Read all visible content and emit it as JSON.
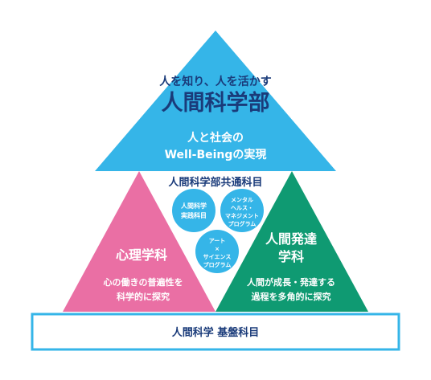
{
  "top": {
    "tagline": "人を知り、人を活かす",
    "title": "人間科学部",
    "mission_line1": "人と社会の",
    "mission_line2": "Well-Beingの実現"
  },
  "common": {
    "label": "人間科学部共通科目",
    "circle_practice_line1": "人間科学",
    "circle_practice_line2": "実践科目",
    "circle_mental_line1": "メンタル",
    "circle_mental_line2": "ヘルス・",
    "circle_mental_line3": "マネジメント",
    "circle_mental_line4": "プログラム",
    "circle_art_line1": "アート",
    "circle_art_line2": "×",
    "circle_art_line3": "サイエンス",
    "circle_art_line4": "プログラム"
  },
  "psychology": {
    "name": "心理学科",
    "desc_line1": "心の働きの普遍性を",
    "desc_line2": "科学的に探究"
  },
  "development": {
    "name_line1": "人間発達",
    "name_line2": "学科",
    "desc_line1": "人間が成長・発達する",
    "desc_line2": "過程を多角的に探究"
  },
  "foundation": {
    "label": "人間科学 基盤科目"
  },
  "colors": {
    "top": "#35b5e8",
    "common": "#ffffff",
    "circle": "#35b5e8",
    "psychology": "#ea6fa4",
    "development": "#0f9a72",
    "foundation_border": "#35b5e8",
    "title_text": "#1a3b7a",
    "foundation_text": "#1a3b7a"
  }
}
